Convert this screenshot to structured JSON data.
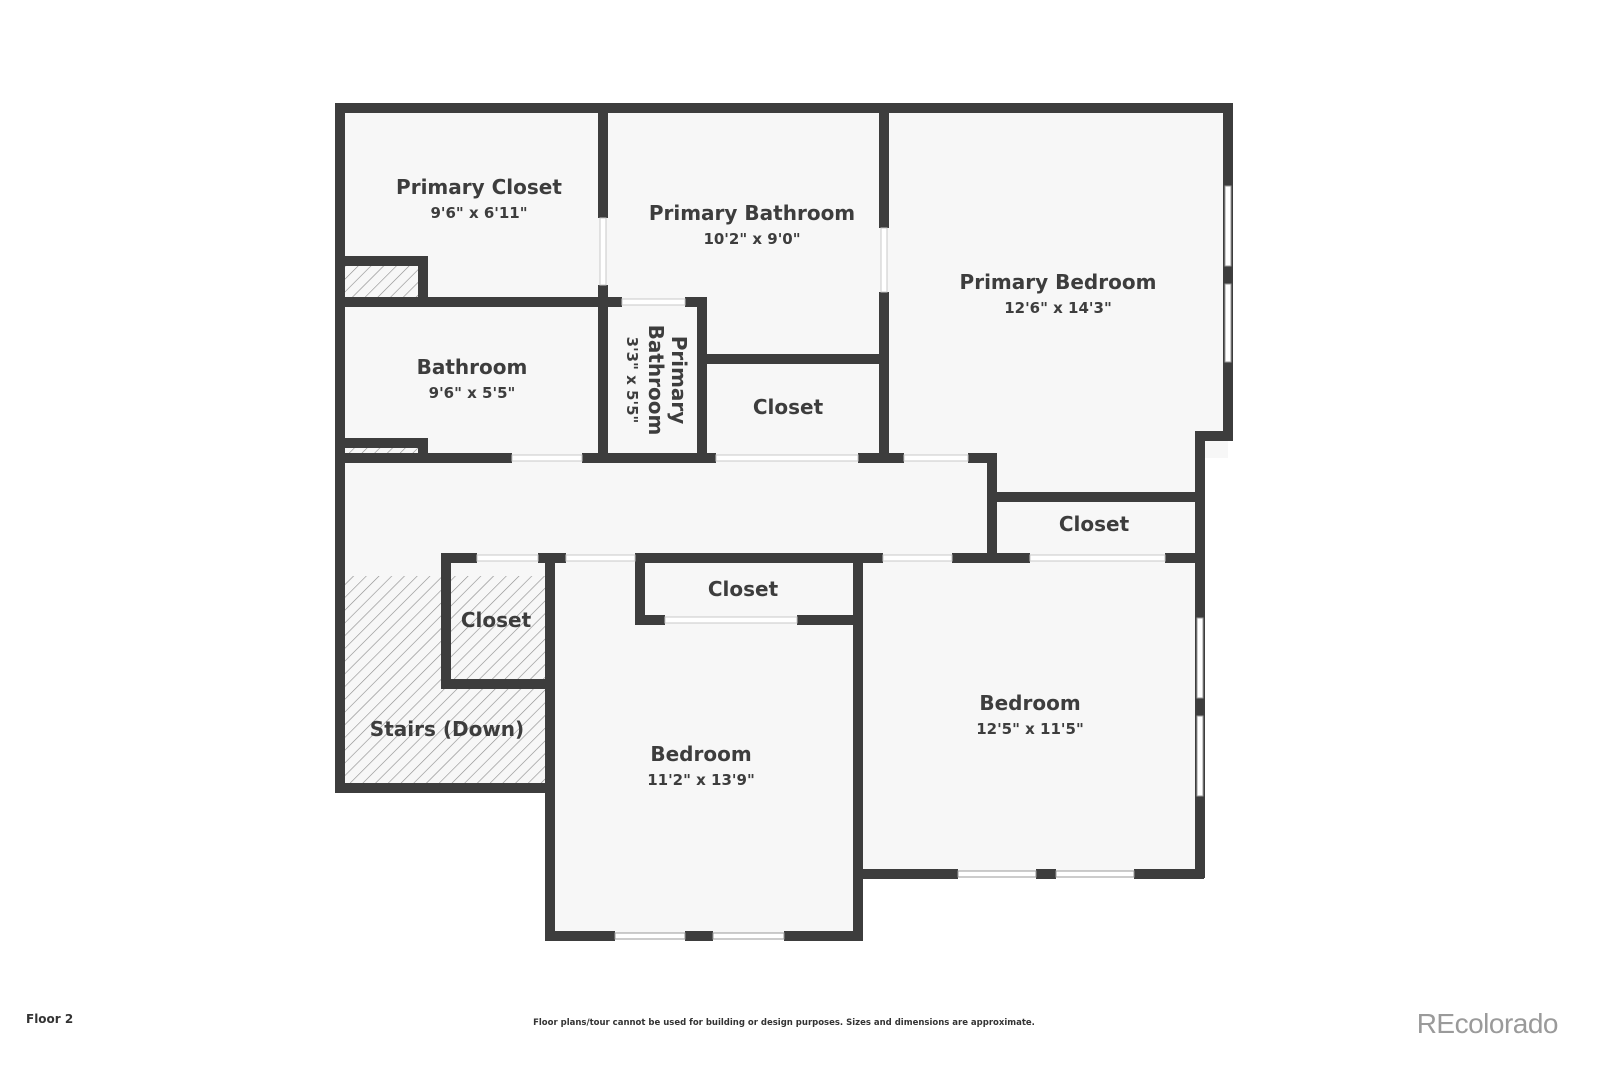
{
  "floor_label": "Floor 2",
  "disclaimer": "Floor plans/tour cannot be used for building or design purposes. Sizes and dimensions are approximate.",
  "brand": "REcolorado",
  "colors": {
    "wall": "#3d3d3d",
    "room_fill": "#f7f7f7",
    "background": "#ffffff",
    "label": "#3d3d3d",
    "brand": "#9a9a9a"
  },
  "rooms": [
    {
      "id": "primary-closet",
      "name": "Primary Closet",
      "dimensions": "9'6\" x 6'11\""
    },
    {
      "id": "primary-bathroom",
      "name": "Primary Bathroom",
      "dimensions": "10'2\" x 9'0\""
    },
    {
      "id": "primary-bedroom",
      "name": "Primary Bedroom",
      "dimensions": "12'6\" x 14'3\""
    },
    {
      "id": "bathroom",
      "name": "Bathroom",
      "dimensions": "9'6\" x 5'5\""
    },
    {
      "id": "primary-bathroom-small",
      "name_line1": "Primary",
      "name_line2": "Bathroom",
      "dimensions": "3'3\" x 5'5\""
    },
    {
      "id": "closet-center",
      "name": "Closet"
    },
    {
      "id": "closet-right",
      "name": "Closet"
    },
    {
      "id": "closet-stairs",
      "name": "Closet"
    },
    {
      "id": "closet-bedroom",
      "name": "Closet"
    },
    {
      "id": "stairs",
      "name": "Stairs (Down)"
    },
    {
      "id": "bedroom-left",
      "name": "Bedroom",
      "dimensions": "11'2\" x 13'9\""
    },
    {
      "id": "bedroom-right",
      "name": "Bedroom",
      "dimensions": "12'5\" x 11'5\""
    }
  ]
}
